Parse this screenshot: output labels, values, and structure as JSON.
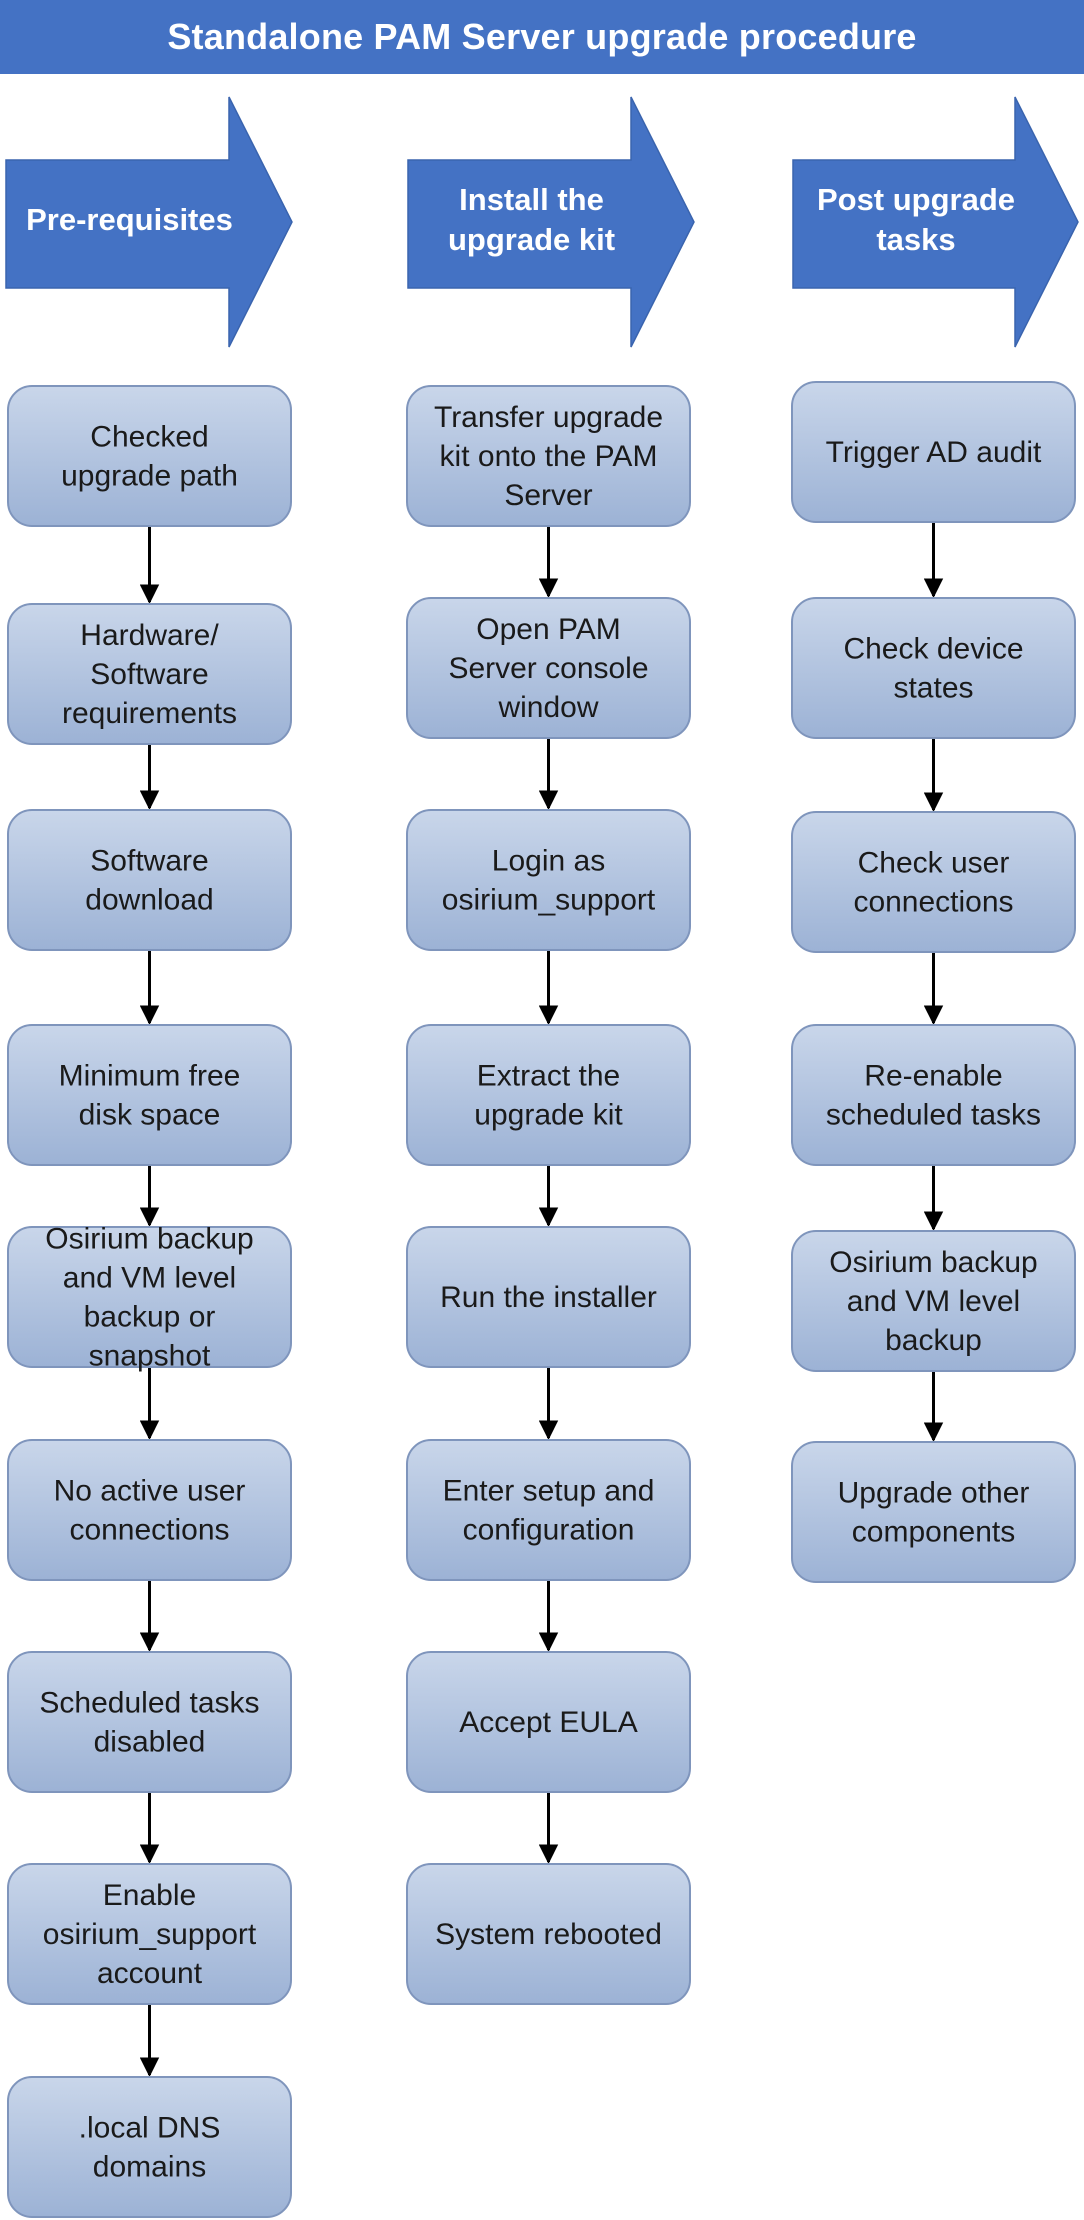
{
  "title": "Standalone PAM Server upgrade procedure",
  "colors": {
    "header_blue": "#4472C4",
    "box_fill_top": "#C9D6EA",
    "box_fill_bottom": "#9CB2D5",
    "box_stroke": "#7F95BC",
    "connector": "#000000"
  },
  "columns": [
    {
      "header": [
        "Pre-requisites"
      ],
      "steps": [
        [
          "Checked",
          "upgrade path"
        ],
        [
          "Hardware/",
          "Software",
          "requirements"
        ],
        [
          "Software",
          "download"
        ],
        [
          "Minimum free",
          "disk space"
        ],
        [
          "Osirium backup",
          "and VM level",
          "backup or",
          "snapshot"
        ],
        [
          "No active user",
          "connections"
        ],
        [
          "Scheduled tasks",
          "disabled"
        ],
        [
          "Enable",
          "osirium_support",
          "account"
        ],
        [
          ".local DNS",
          "domains"
        ]
      ]
    },
    {
      "header": [
        "Install the",
        "upgrade kit"
      ],
      "steps": [
        [
          "Transfer upgrade",
          "kit onto the PAM",
          "Server"
        ],
        [
          "Open PAM",
          "Server console",
          "window"
        ],
        [
          "Login as",
          "osirium_support"
        ],
        [
          "Extract the",
          "upgrade kit"
        ],
        [
          "Run the installer"
        ],
        [
          "Enter setup and",
          "configuration"
        ],
        [
          "Accept EULA"
        ],
        [
          "System rebooted"
        ]
      ]
    },
    {
      "header": [
        "Post upgrade",
        "tasks"
      ],
      "steps": [
        [
          "Trigger AD audit"
        ],
        [
          "Check device",
          "states"
        ],
        [
          "Check user",
          "connections"
        ],
        [
          "Re-enable",
          "scheduled tasks"
        ],
        [
          "Osirium backup",
          "and VM level",
          "backup"
        ],
        [
          "Upgrade other",
          "components"
        ]
      ]
    }
  ]
}
